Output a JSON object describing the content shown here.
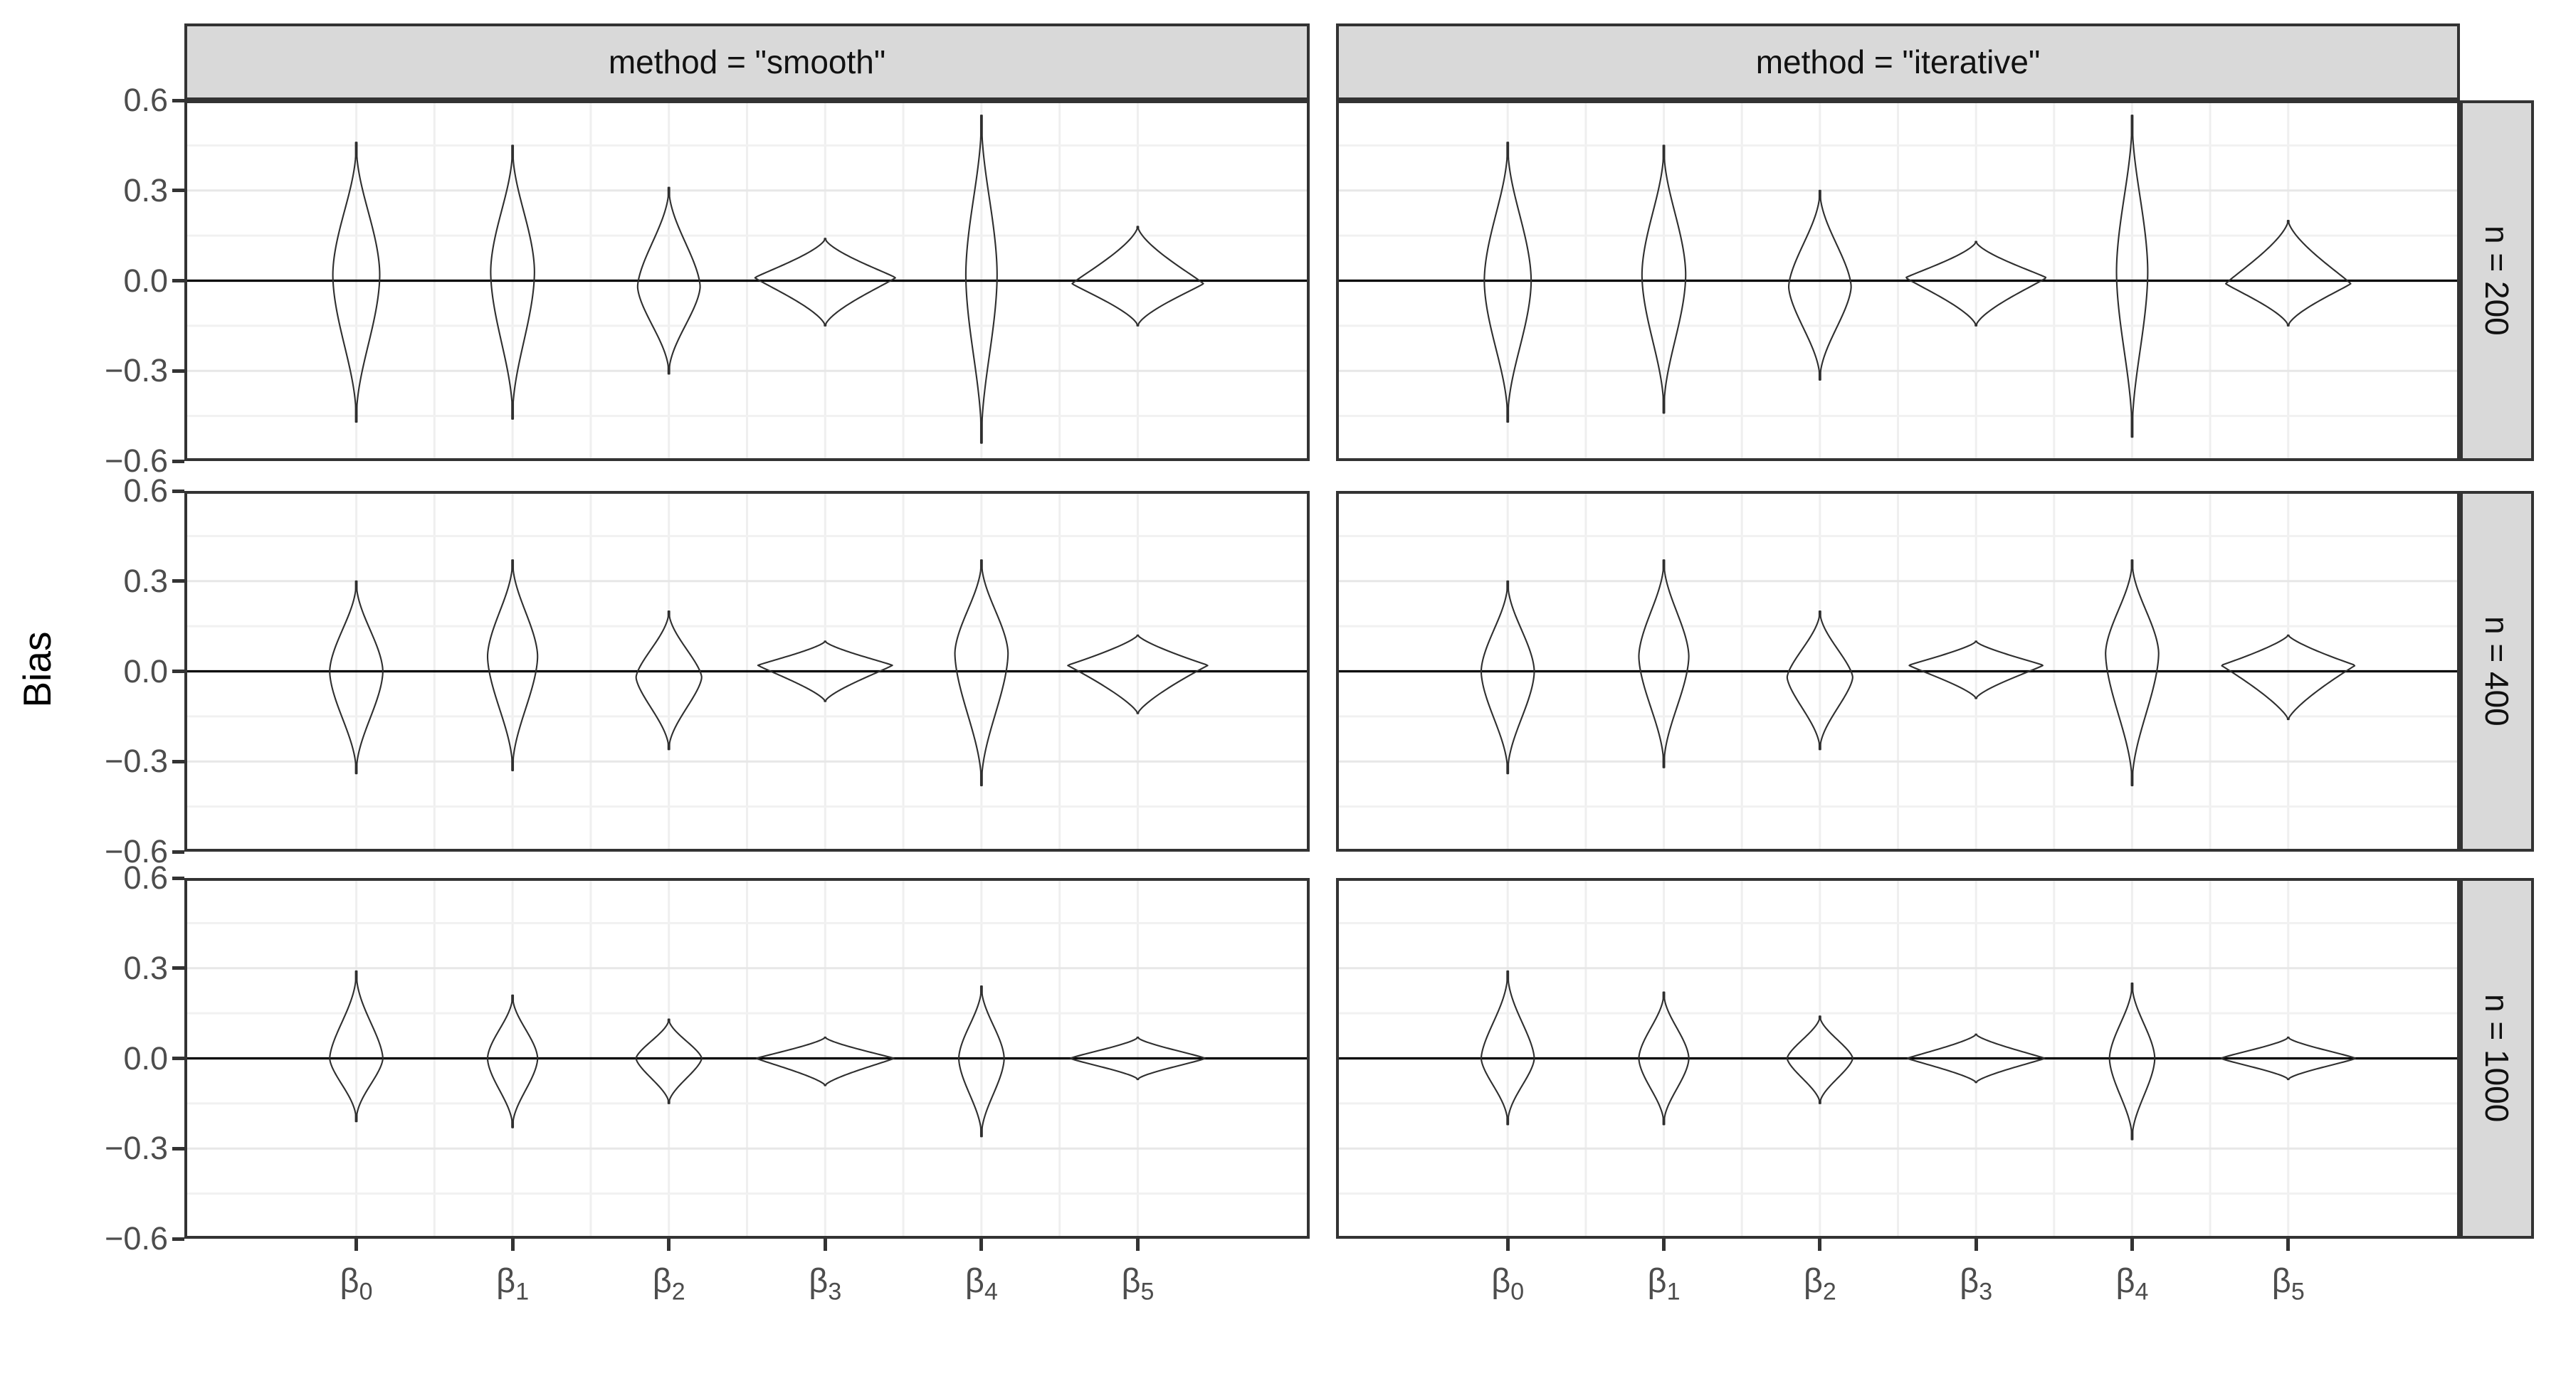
{
  "figure": {
    "y_axis": {
      "title": "Bias",
      "tick_labels": [
        "0.6",
        "0.3",
        "0.0",
        "−0.3",
        "−0.6"
      ],
      "tick_values": [
        0.6,
        0.3,
        0.0,
        -0.3,
        -0.6
      ],
      "limits": [
        -0.6,
        0.6
      ]
    },
    "x_axis": {
      "categories": [
        {
          "symbol": "β",
          "subscript": "0"
        },
        {
          "symbol": "β",
          "subscript": "1"
        },
        {
          "symbol": "β",
          "subscript": "2"
        },
        {
          "symbol": "β",
          "subscript": "3"
        },
        {
          "symbol": "β",
          "subscript": "4"
        },
        {
          "symbol": "β",
          "subscript": "5"
        }
      ]
    },
    "facets": {
      "cols": [
        "method = \"smooth\"",
        "method = \"iterative\""
      ],
      "rows": [
        "n = 200",
        "n = 400",
        "n = 1000"
      ]
    },
    "colors": {
      "strip_fill": "#d9d9d9",
      "strip_border": "#333333",
      "panel_border": "#333333",
      "grid_major_h": "#e7e7e7",
      "grid_minor_h": "#f1f1f1",
      "grid_vertical": "#efefef",
      "zero_line": "#000000",
      "violin_stroke": "#2f2f2f",
      "tick_mark": "#333333",
      "tick_text": "#4d4d4d"
    }
  },
  "chart_data": {
    "type": "violin",
    "title": "",
    "xlabel": "",
    "ylabel": "Bias",
    "ylim": [
      -0.6,
      0.6
    ],
    "y_major_gridlines": [
      0.3,
      -0.3
    ],
    "y_minor_gridlines": [
      0.45,
      0.15,
      -0.15,
      -0.45
    ],
    "reference_line_y": 0.0,
    "grid": "on",
    "legend": "none",
    "facet_cols": [
      "smooth",
      "iterative"
    ],
    "facet_rows": [
      "200",
      "400",
      "1000"
    ],
    "categories": [
      "β₀",
      "β₁",
      "β₂",
      "β₃",
      "β₄",
      "β₅"
    ],
    "panels": [
      {
        "method": "smooth",
        "n": "200",
        "col": 0,
        "row": 0,
        "violins": [
          {
            "x": "β₀",
            "min": -0.47,
            "max": 0.46,
            "mode": 0.02,
            "max_halfwidth": 0.15,
            "shape": [
              1.8,
              2.2
            ]
          },
          {
            "x": "β₁",
            "min": -0.46,
            "max": 0.45,
            "mode": 0.03,
            "max_halfwidth": 0.14,
            "shape": [
              1.8,
              2.2
            ]
          },
          {
            "x": "β₂",
            "min": -0.31,
            "max": 0.31,
            "mode": -0.02,
            "max_halfwidth": 0.2,
            "shape": [
              1.6,
              2.0
            ]
          },
          {
            "x": "β₃",
            "min": -0.15,
            "max": 0.14,
            "mode": 0.01,
            "max_halfwidth": 0.45,
            "shape": [
              1.1,
              1.5
            ]
          },
          {
            "x": "β₄",
            "min": -0.54,
            "max": 0.55,
            "mode": 0.02,
            "max_halfwidth": 0.1,
            "shape": [
              1.8,
              2.2
            ]
          },
          {
            "x": "β₅",
            "min": -0.15,
            "max": 0.18,
            "mode": -0.01,
            "max_halfwidth": 0.42,
            "shape": [
              1.1,
              1.5
            ]
          }
        ]
      },
      {
        "method": "iterative",
        "n": "200",
        "col": 1,
        "row": 0,
        "violins": [
          {
            "x": "β₀",
            "min": -0.47,
            "max": 0.46,
            "mode": 0.0,
            "max_halfwidth": 0.15,
            "shape": [
              1.8,
              2.2
            ]
          },
          {
            "x": "β₁",
            "min": -0.44,
            "max": 0.45,
            "mode": 0.02,
            "max_halfwidth": 0.14,
            "shape": [
              1.8,
              2.2
            ]
          },
          {
            "x": "β₂",
            "min": -0.33,
            "max": 0.3,
            "mode": -0.02,
            "max_halfwidth": 0.2,
            "shape": [
              1.6,
              2.0
            ]
          },
          {
            "x": "β₃",
            "min": -0.15,
            "max": 0.13,
            "mode": 0.01,
            "max_halfwidth": 0.45,
            "shape": [
              1.1,
              1.5
            ]
          },
          {
            "x": "β₄",
            "min": -0.52,
            "max": 0.55,
            "mode": 0.03,
            "max_halfwidth": 0.1,
            "shape": [
              1.8,
              2.2
            ]
          },
          {
            "x": "β₅",
            "min": -0.15,
            "max": 0.2,
            "mode": -0.01,
            "max_halfwidth": 0.4,
            "shape": [
              1.1,
              1.5
            ]
          }
        ]
      },
      {
        "method": "smooth",
        "n": "400",
        "col": 0,
        "row": 1,
        "violins": [
          {
            "x": "β₀",
            "min": -0.34,
            "max": 0.3,
            "mode": 0.0,
            "max_halfwidth": 0.17,
            "shape": [
              1.7,
              2.1
            ]
          },
          {
            "x": "β₁",
            "min": -0.33,
            "max": 0.37,
            "mode": 0.05,
            "max_halfwidth": 0.16,
            "shape": [
              1.7,
              2.1
            ]
          },
          {
            "x": "β₂",
            "min": -0.26,
            "max": 0.2,
            "mode": -0.02,
            "max_halfwidth": 0.21,
            "shape": [
              1.5,
              1.9
            ]
          },
          {
            "x": "β₃",
            "min": -0.1,
            "max": 0.1,
            "mode": 0.02,
            "max_halfwidth": 0.43,
            "shape": [
              1.1,
              1.4
            ]
          },
          {
            "x": "β₄",
            "min": -0.38,
            "max": 0.37,
            "mode": 0.06,
            "max_halfwidth": 0.17,
            "shape": [
              1.7,
              2.1
            ]
          },
          {
            "x": "β₅",
            "min": -0.14,
            "max": 0.12,
            "mode": 0.02,
            "max_halfwidth": 0.45,
            "shape": [
              1.0,
              1.3
            ]
          }
        ]
      },
      {
        "method": "iterative",
        "n": "400",
        "col": 1,
        "row": 1,
        "violins": [
          {
            "x": "β₀",
            "min": -0.34,
            "max": 0.3,
            "mode": 0.0,
            "max_halfwidth": 0.17,
            "shape": [
              1.7,
              2.1
            ]
          },
          {
            "x": "β₁",
            "min": -0.32,
            "max": 0.37,
            "mode": 0.05,
            "max_halfwidth": 0.16,
            "shape": [
              1.7,
              2.1
            ]
          },
          {
            "x": "β₂",
            "min": -0.26,
            "max": 0.2,
            "mode": -0.02,
            "max_halfwidth": 0.21,
            "shape": [
              1.5,
              1.9
            ]
          },
          {
            "x": "β₃",
            "min": -0.09,
            "max": 0.1,
            "mode": 0.02,
            "max_halfwidth": 0.43,
            "shape": [
              1.1,
              1.4
            ]
          },
          {
            "x": "β₄",
            "min": -0.38,
            "max": 0.37,
            "mode": 0.06,
            "max_halfwidth": 0.17,
            "shape": [
              1.7,
              2.1
            ]
          },
          {
            "x": "β₅",
            "min": -0.16,
            "max": 0.12,
            "mode": 0.02,
            "max_halfwidth": 0.43,
            "shape": [
              1.0,
              1.3
            ]
          }
        ]
      },
      {
        "method": "smooth",
        "n": "1000",
        "col": 0,
        "row": 2,
        "violins": [
          {
            "x": "β₀",
            "min": -0.21,
            "max": 0.29,
            "mode": 0.0,
            "max_halfwidth": 0.17,
            "shape": [
              1.6,
              2.2
            ]
          },
          {
            "x": "β₁",
            "min": -0.23,
            "max": 0.21,
            "mode": 0.0,
            "max_halfwidth": 0.16,
            "shape": [
              1.7,
              2.1
            ]
          },
          {
            "x": "β₂",
            "min": -0.15,
            "max": 0.13,
            "mode": 0.0,
            "max_halfwidth": 0.21,
            "shape": [
              1.5,
              1.8
            ]
          },
          {
            "x": "β₃",
            "min": -0.09,
            "max": 0.07,
            "mode": 0.0,
            "max_halfwidth": 0.44,
            "shape": [
              1.1,
              1.4
            ]
          },
          {
            "x": "β₄",
            "min": -0.26,
            "max": 0.24,
            "mode": 0.0,
            "max_halfwidth": 0.145,
            "shape": [
              1.7,
              2.1
            ]
          },
          {
            "x": "β₅",
            "min": -0.07,
            "max": 0.07,
            "mode": 0.0,
            "max_halfwidth": 0.43,
            "shape": [
              1.2,
              1.5
            ]
          }
        ]
      },
      {
        "method": "iterative",
        "n": "1000",
        "col": 1,
        "row": 2,
        "violins": [
          {
            "x": "β₀",
            "min": -0.22,
            "max": 0.29,
            "mode": 0.0,
            "max_halfwidth": 0.17,
            "shape": [
              1.6,
              2.2
            ]
          },
          {
            "x": "β₁",
            "min": -0.22,
            "max": 0.22,
            "mode": 0.0,
            "max_halfwidth": 0.16,
            "shape": [
              1.7,
              2.1
            ]
          },
          {
            "x": "β₂",
            "min": -0.15,
            "max": 0.14,
            "mode": 0.0,
            "max_halfwidth": 0.21,
            "shape": [
              1.5,
              1.8
            ]
          },
          {
            "x": "β₃",
            "min": -0.08,
            "max": 0.08,
            "mode": 0.0,
            "max_halfwidth": 0.44,
            "shape": [
              1.1,
              1.4
            ]
          },
          {
            "x": "β₄",
            "min": -0.27,
            "max": 0.25,
            "mode": 0.0,
            "max_halfwidth": 0.145,
            "shape": [
              1.7,
              2.1
            ]
          },
          {
            "x": "β₅",
            "min": -0.07,
            "max": 0.07,
            "mode": 0.0,
            "max_halfwidth": 0.43,
            "shape": [
              1.2,
              1.5
            ]
          }
        ]
      }
    ]
  }
}
